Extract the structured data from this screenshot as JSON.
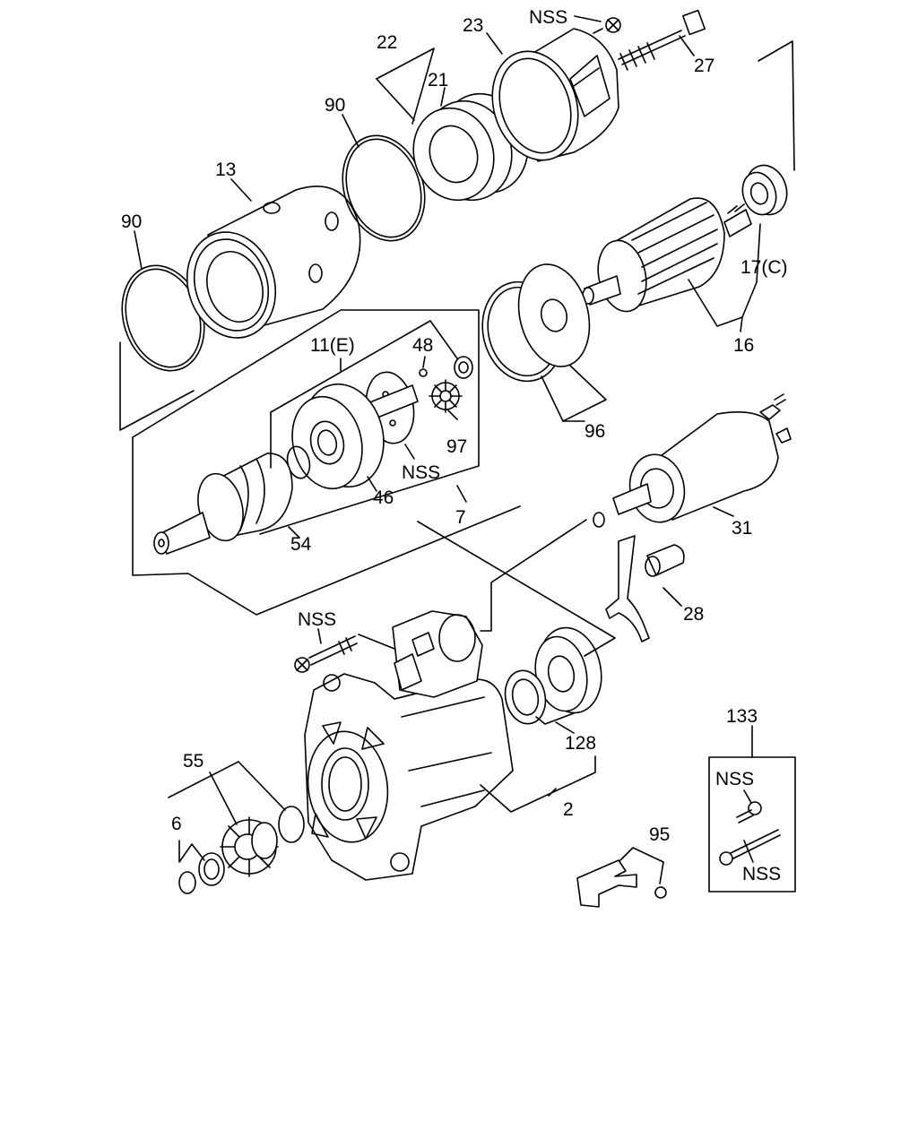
{
  "callouts": {
    "c22": "22",
    "c23": "23",
    "nss_top": "NSS",
    "c27": "27",
    "c21": "21",
    "c90_upper": "90",
    "c13": "13",
    "c90_lower": "90",
    "c17c": "17(C)",
    "c16": "16",
    "c11e": "11(E)",
    "c48": "48",
    "c96": "96",
    "c97": "97",
    "nss_mid": "NSS",
    "c46": "46",
    "c7": "7",
    "c54": "54",
    "c31": "31",
    "c28": "28",
    "nss_bolt": "NSS",
    "c133": "133",
    "c128": "128",
    "c55": "55",
    "c2": "2",
    "nss_box1": "NSS",
    "c6": "6",
    "c95": "95",
    "nss_box2": "NSS"
  }
}
